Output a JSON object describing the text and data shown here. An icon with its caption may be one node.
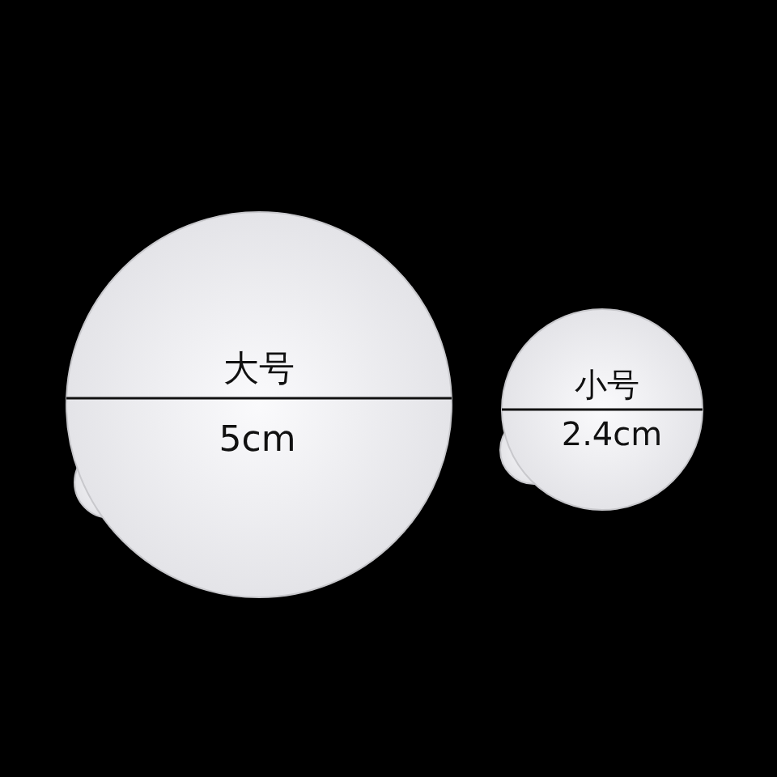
{
  "diagram": {
    "nodes": [
      {
        "text": [
          "大号"
        ]
      },
      {
        "text": [
          "小号"
        ]
      }
    ],
    "labels": [
      "5cm",
      "2.4cm"
    ]
  }
}
